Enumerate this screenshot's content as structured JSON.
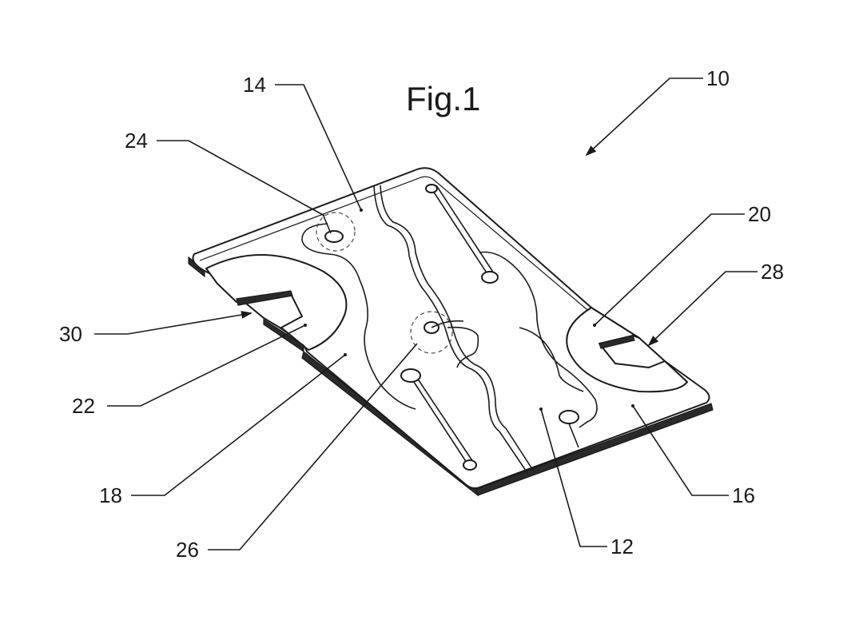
{
  "title": "Fig.1",
  "labels": {
    "l10": "10",
    "l12": "12",
    "l14": "14",
    "l16": "16",
    "l18": "18",
    "l20": "20",
    "l22": "22",
    "l24": "24",
    "l26": "26",
    "l28": "28",
    "l30": "30"
  }
}
